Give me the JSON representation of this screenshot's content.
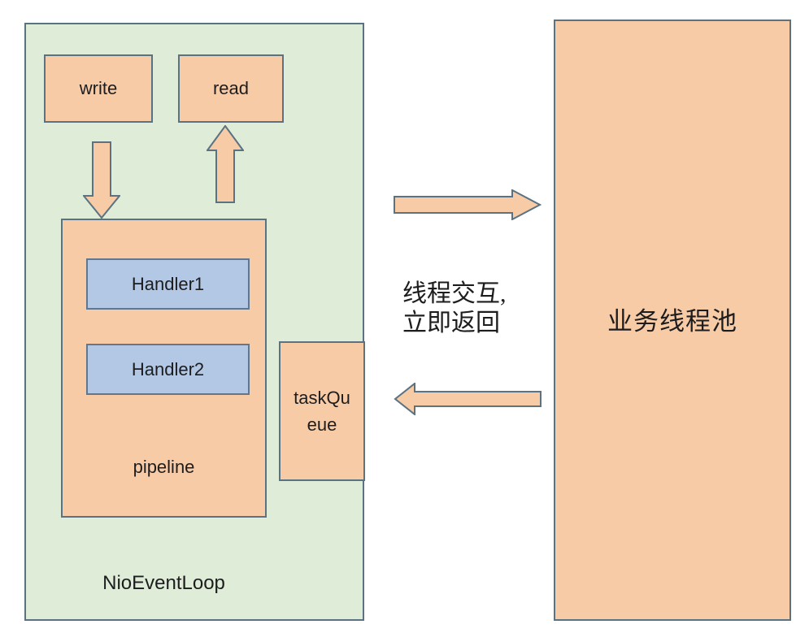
{
  "colors": {
    "background": "#ffffff",
    "panel_green": "#dfedd8",
    "box_orange": "#f8cba7",
    "handler_blue": "#b2c8e4",
    "stroke_slate": "#5a7282",
    "text": "#1d1d1f"
  },
  "nio_event_loop": {
    "label": "NioEventLoop",
    "write_box": "write",
    "read_box": "read",
    "pipeline": {
      "label": "pipeline",
      "handlers": [
        "Handler1",
        "Handler2"
      ]
    },
    "task_queue": "taskQueue"
  },
  "interaction_note": {
    "line1": "线程交互,",
    "line2": "立即返回"
  },
  "business_thread_pool": {
    "label": "业务线程池"
  }
}
